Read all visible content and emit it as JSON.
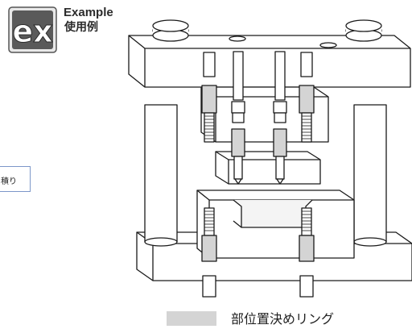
{
  "badge": {
    "logo_text": "ex",
    "title_en": "Example",
    "title_ja": "使用例"
  },
  "side_tab": {
    "label": "積り"
  },
  "legend": {
    "swatch_color": "#d4d4d4",
    "label": "部位置決めリング"
  },
  "colors": {
    "line": "#1a1a1a",
    "highlight": "#d4d4d4",
    "tab_border": "#7d97c9"
  }
}
